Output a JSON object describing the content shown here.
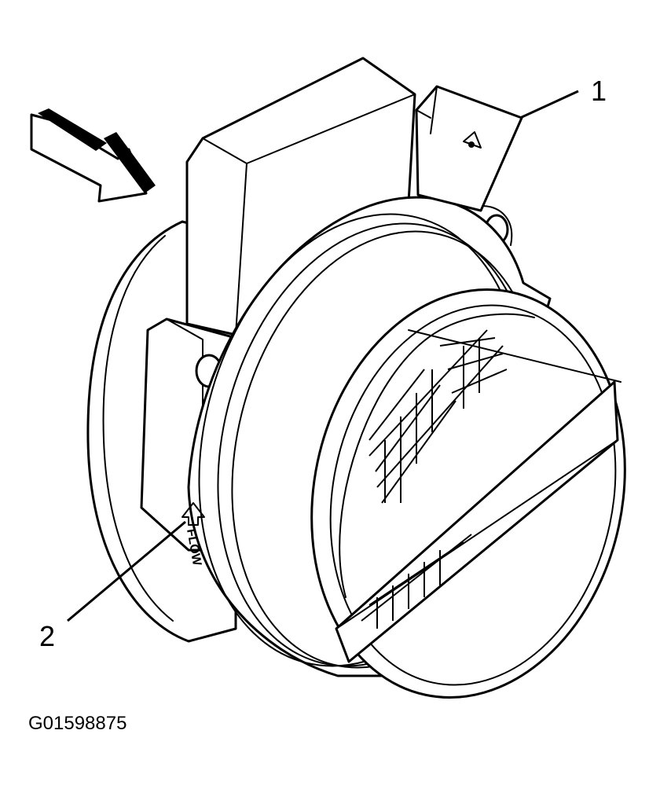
{
  "callouts": [
    {
      "label": "1"
    },
    {
      "label": "2"
    }
  ],
  "flow_marking": "FLOW",
  "figure_id": "G01598875"
}
